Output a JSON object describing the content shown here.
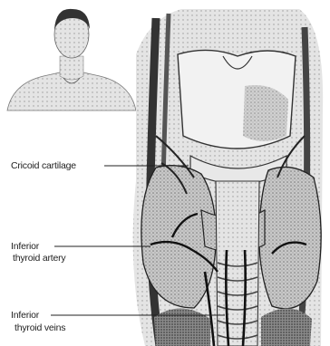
{
  "labels": {
    "cricoid": "Cricoid cartilage",
    "inferior_thyroid_artery_line1": "Inferior",
    "inferior_thyroid_artery_line2": "thyroid artery",
    "inferior_thyroid_veins_line1": "Inferior",
    "inferior_thyroid_veins_line2": "thyroid veins"
  },
  "colors": {
    "ink": "#2a2a2a",
    "tissue": "#9a9a9a",
    "background": "#ffffff"
  }
}
